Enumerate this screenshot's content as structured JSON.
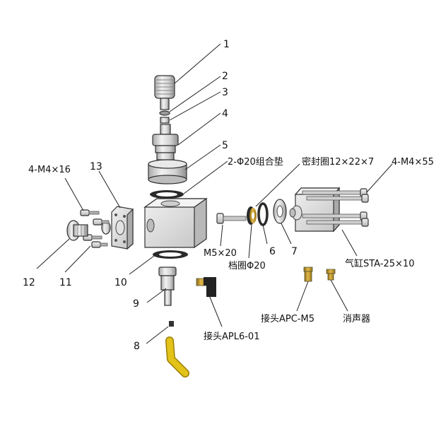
{
  "labels": {
    "n1": "1",
    "n2": "2",
    "n3": "3",
    "n4": "4",
    "n5": "5",
    "n6": "6",
    "n7": "7",
    "n8": "8",
    "n9": "9",
    "n10": "10",
    "n11": "11",
    "n12": "12",
    "n13": "13",
    "gasket": "2-Φ20组合垫",
    "seal": "密封圈12×22×7",
    "screw_top_right": "4-M4×55",
    "screw_left": "4-M4×16",
    "m5": "M5×20",
    "retainer": "档圈Φ20",
    "cylinder": "气缸STA-25×10",
    "fitting_apc": "接头APC-M5",
    "muffler": "消声器",
    "fitting_apl": "接头APL6-01"
  },
  "colors": {
    "metal_light": "#e6e6e6",
    "metal_mid": "#c9c9c9",
    "metal_dark": "#8f8f8f",
    "gasket_black": "#2a2a2a",
    "brass": "#c79a2b",
    "yellow_tube": "#e3c21a",
    "line": "#222222"
  }
}
